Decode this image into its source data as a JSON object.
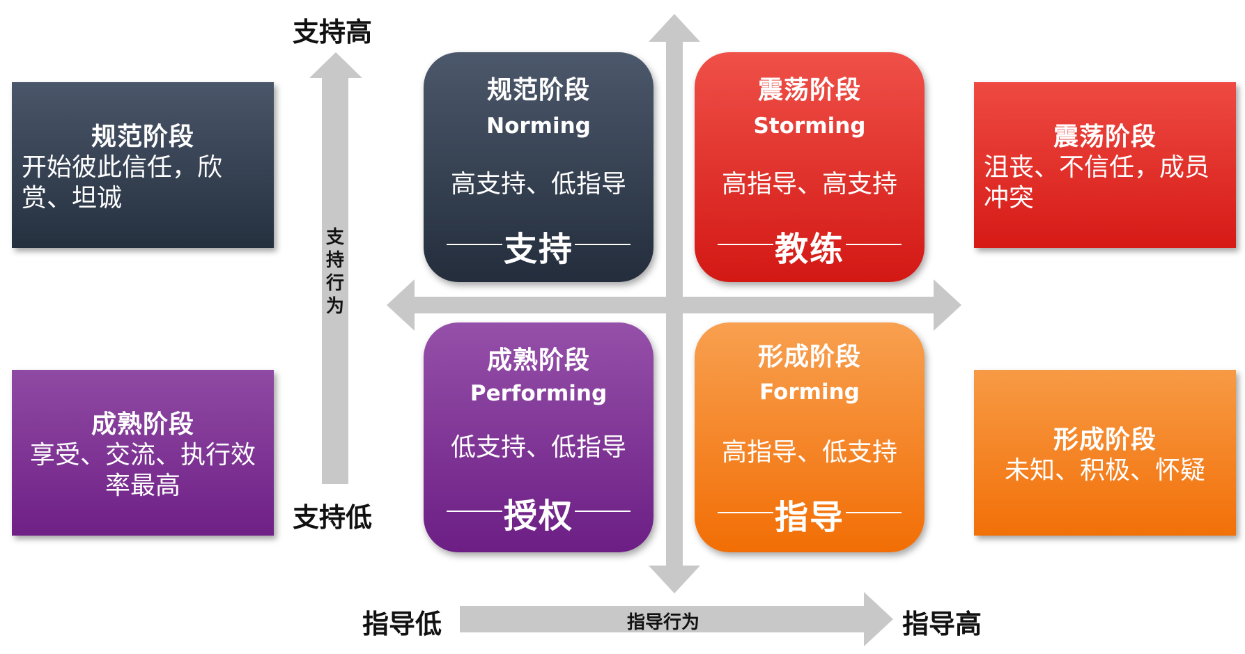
{
  "axes": {
    "support_high": "支持高",
    "support_low": "支持低",
    "support_behavior": "支持行为",
    "guide_low": "指导低",
    "guide_high": "指导高",
    "guide_behavior": "指导行为"
  },
  "left_boxes": [
    {
      "title": "规范阶段",
      "desc": "开始彼此信任，欣赏、坦诚"
    },
    {
      "title": "成熟阶段",
      "desc": "享受、交流、执行效率最高"
    }
  ],
  "right_boxes": [
    {
      "title": "震荡阶段",
      "desc": "沮丧、不信任，成员冲突"
    },
    {
      "title": "形成阶段",
      "desc": "未知、积极、怀疑"
    }
  ],
  "quadrants": {
    "norming": {
      "title": "规范阶段",
      "en": "Norming",
      "desc": "高支持、低指导",
      "style": "支持"
    },
    "storming": {
      "title": "震荡阶段",
      "en": "Storming",
      "desc": "高指导、高支持",
      "style": "教练"
    },
    "performing": {
      "title": "成熟阶段",
      "en": "Performing",
      "desc": "低支持、低指导",
      "style": "授权"
    },
    "forming": {
      "title": "形成阶段",
      "en": "Forming",
      "desc": "高指导、低支持",
      "style": "指导"
    }
  },
  "colors": {
    "navy": "#2e3a4c",
    "red": "#e42320",
    "purple": "#7b2a8f",
    "orange": "#f57c0c",
    "arrow_gray": "#c8c8c8"
  }
}
